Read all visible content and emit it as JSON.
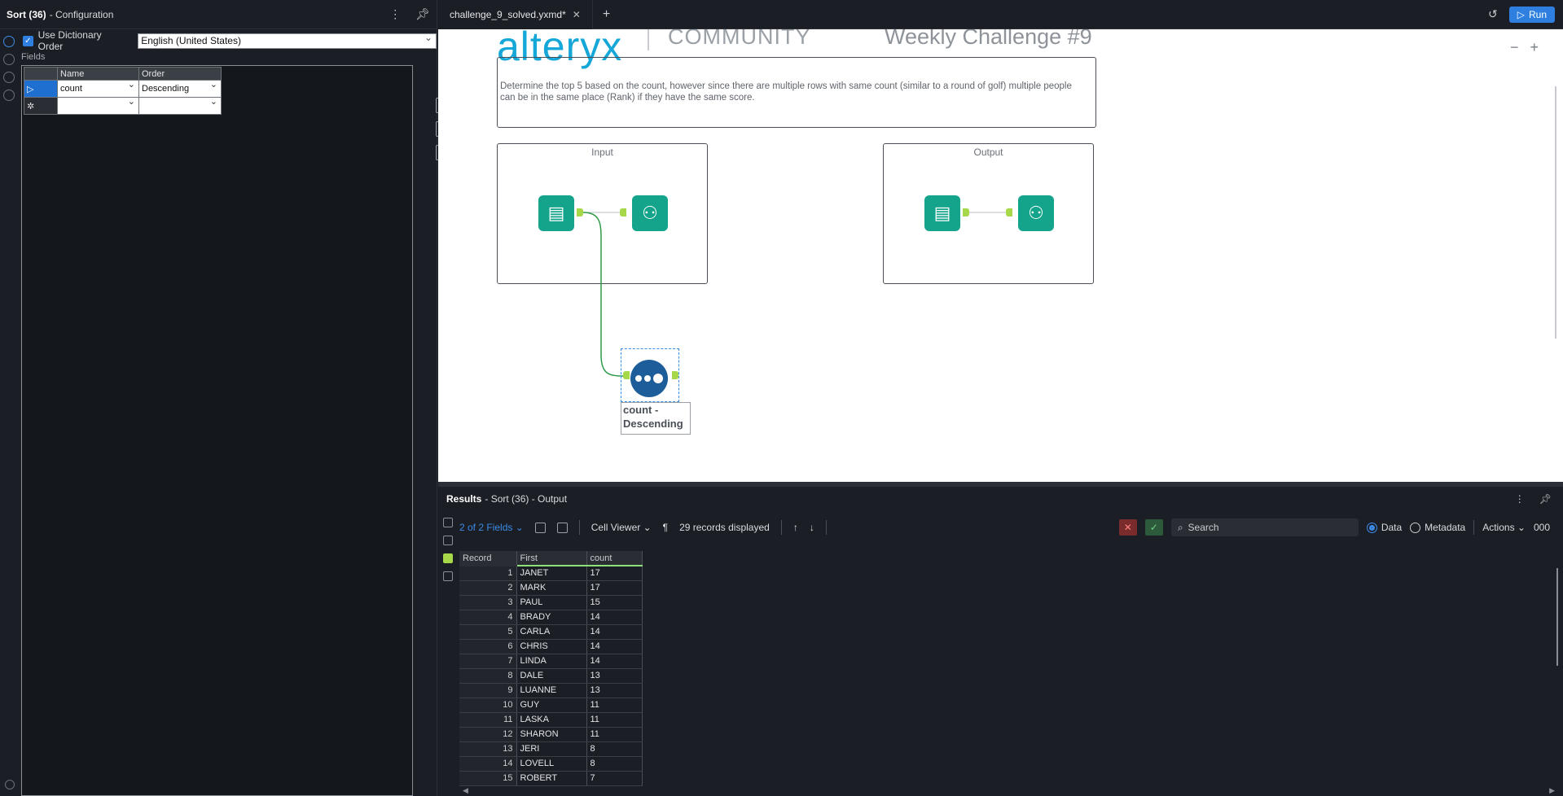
{
  "config_panel": {
    "title": "Sort (36)",
    "subtitle": "- Configuration",
    "use_dictionary_label": "Use Dictionary Order",
    "dictionary_value": "English (United States)",
    "fields_label": "Fields",
    "grid_headers": {
      "name": "Name",
      "order": "Order"
    },
    "rows": [
      {
        "name": "count",
        "order": "Descending"
      },
      {
        "name": "",
        "order": ""
      }
    ]
  },
  "tabs": [
    {
      "label": "challenge_9_solved.yxmd*"
    }
  ],
  "run_label": "Run",
  "canvas": {
    "logo": "alteryx",
    "community": "COMMUNITY",
    "weekly": "Weekly Challenge #9",
    "description": "Determine the top 5 based on the count, however since there are multiple rows with same count (similar to a round of golf) multiple people can be in the same place (Rank) if they have the same score.",
    "input_title": "Input",
    "output_title": "Output",
    "sort_label": "count - Descending"
  },
  "results": {
    "title": "Results",
    "subtitle": "- Sort (36) - Output",
    "fields_selector": "2 of 2 Fields",
    "cell_viewer": "Cell Viewer",
    "records_displayed": "29 records displayed",
    "search_placeholder": "Search",
    "data_label": "Data",
    "metadata_label": "Metadata",
    "actions_label": "Actions",
    "extra": "000",
    "columns": [
      "Record",
      "First",
      "count"
    ],
    "rows": [
      {
        "record": "1",
        "first": "JANET",
        "count": "17"
      },
      {
        "record": "2",
        "first": "MARK",
        "count": "17"
      },
      {
        "record": "3",
        "first": "PAUL",
        "count": "15"
      },
      {
        "record": "4",
        "first": "BRADY",
        "count": "14"
      },
      {
        "record": "5",
        "first": "CARLA",
        "count": "14"
      },
      {
        "record": "6",
        "first": "CHRIS",
        "count": "14"
      },
      {
        "record": "7",
        "first": "LINDA",
        "count": "14"
      },
      {
        "record": "8",
        "first": "DALE",
        "count": "13"
      },
      {
        "record": "9",
        "first": "LUANNE",
        "count": "13"
      },
      {
        "record": "10",
        "first": "GUY",
        "count": "11"
      },
      {
        "record": "11",
        "first": "LASKA",
        "count": "11"
      },
      {
        "record": "12",
        "first": "SHARON",
        "count": "11"
      },
      {
        "record": "13",
        "first": "JERI",
        "count": "8"
      },
      {
        "record": "14",
        "first": "LOVELL",
        "count": "8"
      },
      {
        "record": "15",
        "first": "ROBERT",
        "count": "7"
      }
    ]
  }
}
